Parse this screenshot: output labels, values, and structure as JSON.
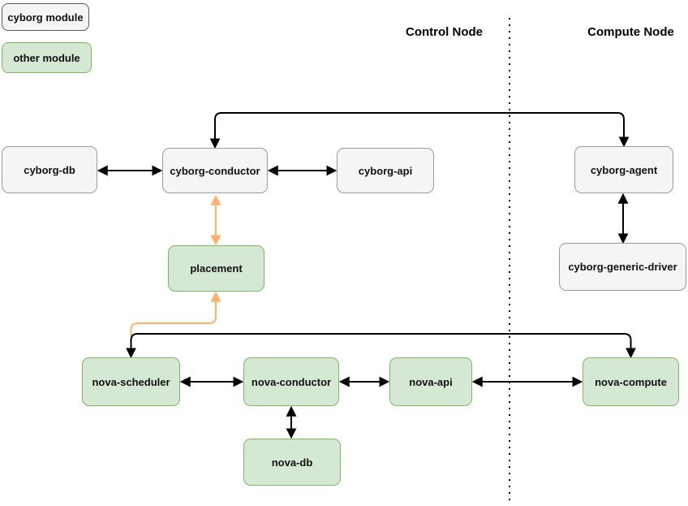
{
  "legend": {
    "items": [
      {
        "label": "cyborg module"
      },
      {
        "label": "other module"
      }
    ]
  },
  "headers": {
    "control_node": "Control Node",
    "compute_node": "Compute Node"
  },
  "nodes": {
    "cyborg_db": {
      "label": "cyborg-db",
      "category": "cyborg module",
      "zone": "Control Node"
    },
    "cyborg_conductor": {
      "label": "cyborg-conductor",
      "category": "cyborg module",
      "zone": "Control Node"
    },
    "cyborg_api": {
      "label": "cyborg-api",
      "category": "cyborg module",
      "zone": "Control Node"
    },
    "cyborg_agent": {
      "label": "cyborg-agent",
      "category": "cyborg module",
      "zone": "Compute Node"
    },
    "cyborg_generic_driver": {
      "label": "cyborg-generic-driver",
      "category": "cyborg module",
      "zone": "Compute Node"
    },
    "placement": {
      "label": "placement",
      "category": "other module",
      "zone": "Control Node"
    },
    "nova_scheduler": {
      "label": "nova-scheduler",
      "category": "other module",
      "zone": "Control Node"
    },
    "nova_conductor": {
      "label": "nova-conductor",
      "category": "other module",
      "zone": "Control Node"
    },
    "nova_api": {
      "label": "nova-api",
      "category": "other module",
      "zone": "Control Node"
    },
    "nova_compute": {
      "label": "nova-compute",
      "category": "other module",
      "zone": "Compute Node"
    },
    "nova_db": {
      "label": "nova-db",
      "category": "other module",
      "zone": "Control Node"
    }
  },
  "connections": [
    {
      "from": "cyborg-db",
      "to": "cyborg-conductor",
      "color": "black",
      "direction": "both"
    },
    {
      "from": "cyborg-conductor",
      "to": "cyborg-api",
      "color": "black",
      "direction": "both"
    },
    {
      "from": "cyborg-conductor",
      "to": "cyborg-agent",
      "color": "black",
      "direction": "both",
      "route": "over-top"
    },
    {
      "from": "cyborg-agent",
      "to": "cyborg-generic-driver",
      "color": "black",
      "direction": "both"
    },
    {
      "from": "cyborg-conductor",
      "to": "placement",
      "color": "orange",
      "direction": "both"
    },
    {
      "from": "nova-scheduler",
      "to": "placement",
      "color": "orange",
      "direction": "to"
    },
    {
      "from": "nova-scheduler",
      "to": "nova-compute",
      "color": "black",
      "direction": "both",
      "route": "over-top"
    },
    {
      "from": "nova-scheduler",
      "to": "nova-conductor",
      "color": "black",
      "direction": "both"
    },
    {
      "from": "nova-conductor",
      "to": "nova-api",
      "color": "black",
      "direction": "both"
    },
    {
      "from": "nova-api",
      "to": "nova-compute",
      "color": "black",
      "direction": "both"
    },
    {
      "from": "nova-conductor",
      "to": "nova-db",
      "color": "black",
      "direction": "both"
    }
  ],
  "colors": {
    "cyborg_module_fill": "#f5f5f5",
    "cyborg_module_border": "#999999",
    "other_module_fill": "#d5e8d4",
    "other_module_border": "#82b366",
    "connector_black": "#000000",
    "connector_orange": "#ffb06a",
    "text": "#111111"
  }
}
